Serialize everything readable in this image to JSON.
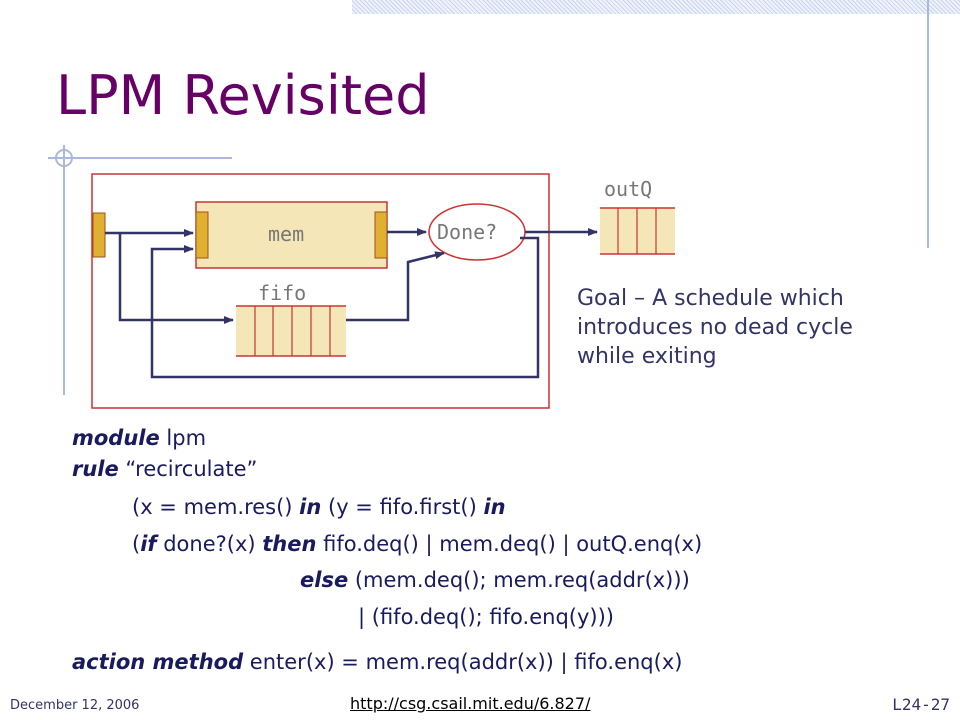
{
  "slide": {
    "title": "LPM Revisited"
  },
  "diagram": {
    "mem_label": "mem",
    "fifo_label": "fifo",
    "done_label": "Done?",
    "outq_label": "outQ"
  },
  "goal": {
    "lines": [
      "Goal – A schedule which",
      "introduces no dead cycle",
      "while exiting"
    ]
  },
  "code": {
    "l1_kw": "module",
    "l1_rest": " lpm",
    "l2_kw": "rule",
    "l2_rest": " “recirculate”",
    "l3_a": "(x = mem.res() ",
    "l3_kw1": "in",
    "l3_b": " (y = fifo.first() ",
    "l3_kw2": "in",
    "l4_a": "(",
    "l4_kw1": "if",
    "l4_b": " done?(x) ",
    "l4_kw2": "then",
    "l4_c": " fifo.deq() | mem.deq() | outQ.enq(x)",
    "l5_kw": "else",
    "l5_rest": "  (mem.deq(); mem.req(addr(x)))",
    "l6": "| (fifo.deq(); fifo.enq(y)))",
    "l7_kw": "action method",
    "l7_rest": "  enter(x) = mem.req(addr(x)) | fifo.enq(x)"
  },
  "footer": {
    "date": "December 12, 2006",
    "url": "http://csg.csail.mit.edu/6.827/",
    "page": "L24-27"
  },
  "colors": {
    "title": "#660066",
    "border": "#cc3333",
    "arrow": "#333366",
    "box_fill": "#f5e6b8",
    "port_fill": "#e0b030"
  }
}
